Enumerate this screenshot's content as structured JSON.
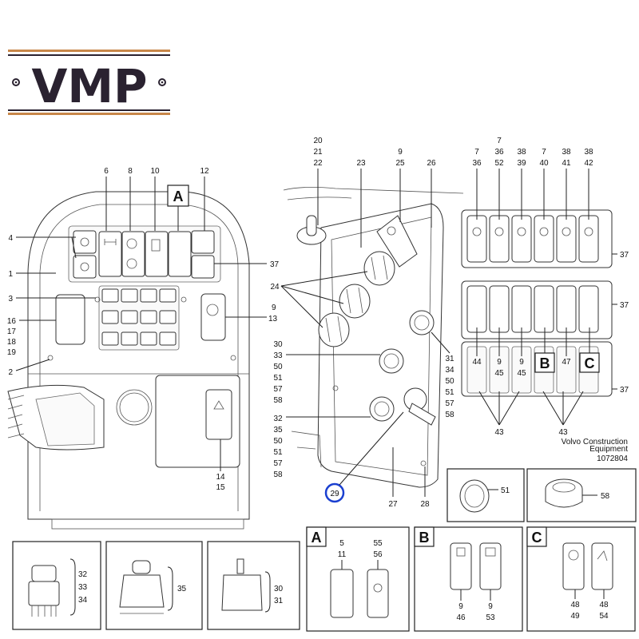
{
  "logo": {
    "text": "VMP",
    "color_dark": "#2a2230",
    "color_accent": "#c8874a"
  },
  "credits": {
    "line1": "Volvo Construction",
    "line2": "Equipment",
    "drawing_number": "1072804"
  },
  "highlight_color": "#1a3fd0",
  "letters": {
    "A": "A",
    "B": "B",
    "C": "C"
  },
  "callouts": {
    "left_top_6": "6",
    "left_top_8": "8",
    "left_top_10": "10",
    "left_top_12": "12",
    "left_4": "4",
    "left_1": "1",
    "left_3": "3",
    "left_16": "16",
    "left_17": "17",
    "left_18": "18",
    "left_19": "19",
    "left_2": "2",
    "right_37": "37",
    "right_9": "9",
    "right_13": "13",
    "bottom_14": "14",
    "bottom_15": "15",
    "c20": "20",
    "c21": "21",
    "c22": "22",
    "c23": "23",
    "c9b": "9",
    "c25": "25",
    "c26": "26",
    "c24": "24",
    "m30": "30",
    "m33": "33",
    "m50": "50",
    "m51": "51",
    "m57": "57",
    "m58": "58",
    "m32": "32",
    "m35": "35",
    "m50b": "50",
    "m51b": "51",
    "m57b": "57",
    "m58b": "58",
    "r31": "31",
    "r34": "34",
    "r50": "50",
    "r51": "51",
    "r57": "57",
    "r58": "58",
    "c29": "29",
    "c27": "27",
    "c28": "28",
    "p1_7": "7",
    "p1_36": "36",
    "p2_7": "7",
    "p2_36": "36",
    "p2_52": "52",
    "p3_38": "38",
    "p3_39": "39",
    "p4_7": "7",
    "p4_40": "40",
    "p5_38": "38",
    "p5_41": "41",
    "p6_38": "38",
    "p6_42": "42",
    "panel_37a": "37",
    "panel_37b": "37",
    "panel_37c": "37",
    "sw44": "44",
    "sw9a": "9",
    "sw45a": "45",
    "sw9b": "9",
    "sw45b": "45",
    "sw47": "47",
    "c43a": "43",
    "c43b": "43",
    "c51": "51",
    "c58": "58",
    "k32": "32",
    "k33": "33",
    "k34": "34",
    "k35": "35",
    "k30": "30",
    "k31": "31",
    "a5": "5",
    "a11": "11",
    "a55": "55",
    "a56": "56",
    "b9a": "9",
    "b46": "46",
    "b9b": "9",
    "b53": "53",
    "cc48a": "48",
    "cc49": "49",
    "cc48b": "48",
    "cc54": "54"
  },
  "icon_names": [
    "wiper-icon",
    "work-light-icon",
    "beacon-icon",
    "fan-icon",
    "parking-brake-icon",
    "hazard-icon",
    "turtle-icon",
    "rabbit-icon"
  ]
}
